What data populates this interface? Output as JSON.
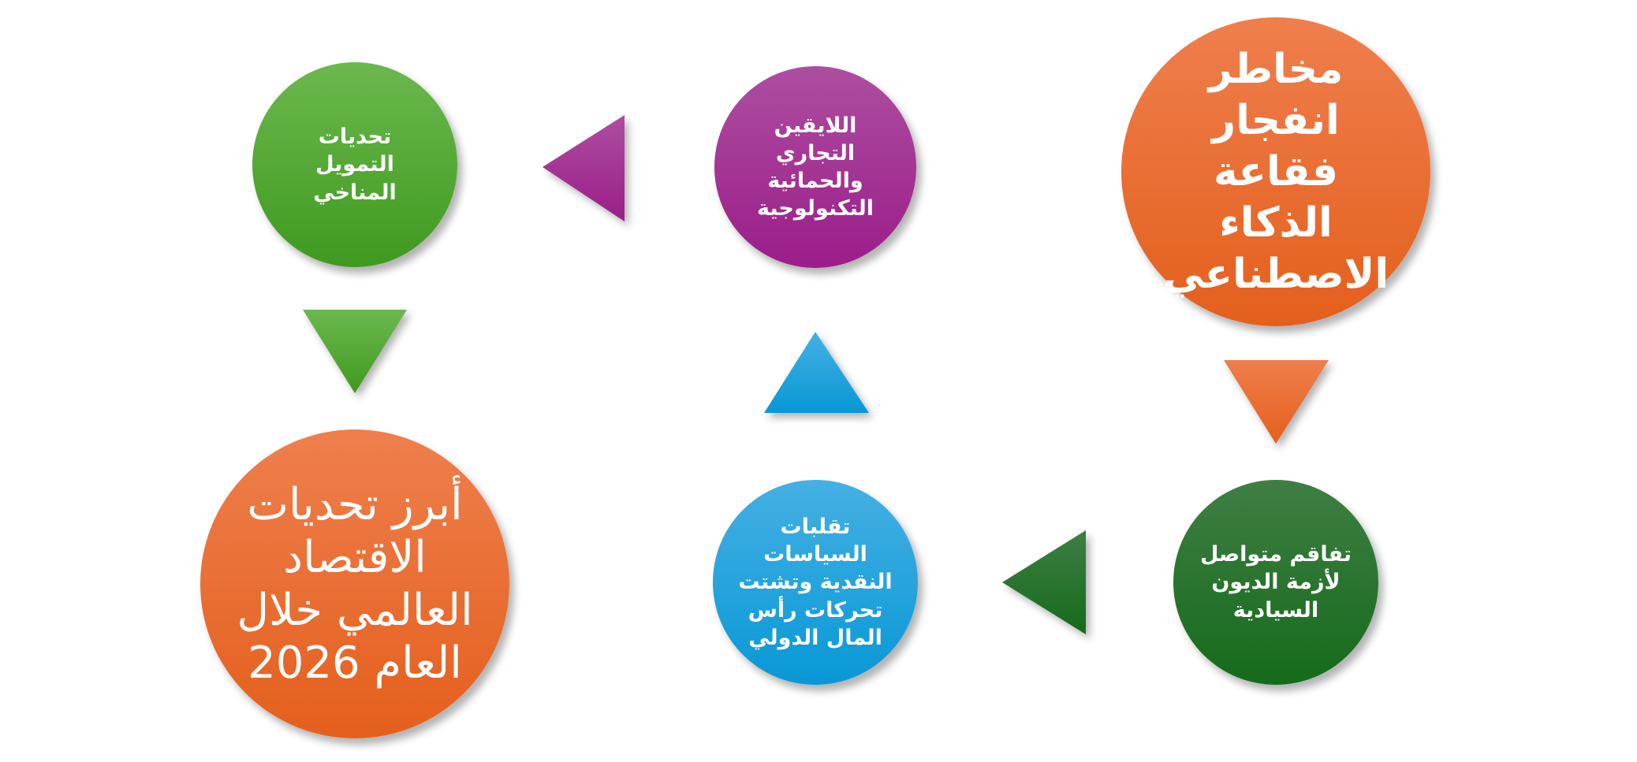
{
  "nodes": {
    "ai_bubble": "مخاطر انفجار فقاعة الذكاء الاصطناعي",
    "debt_crisis": "تفاقم متواصل لأزمة الديون السيادية",
    "monetary": "تقلبات السياسات النقدية وتشتت تحركات رأس المال الدولي",
    "trade": "اللايقين التجاري والحمائية التكنولوجية",
    "climate": "تحديات التمويل المناخي",
    "title": "أبرز تحديات الاقتصاد العالمي خلال العام 2026"
  },
  "colors": {
    "orange": "#ec6b28",
    "purple": "#a0248e",
    "green": "#4aa62a",
    "dark_green": "#1d6e22",
    "blue": "#1aa0dc"
  }
}
